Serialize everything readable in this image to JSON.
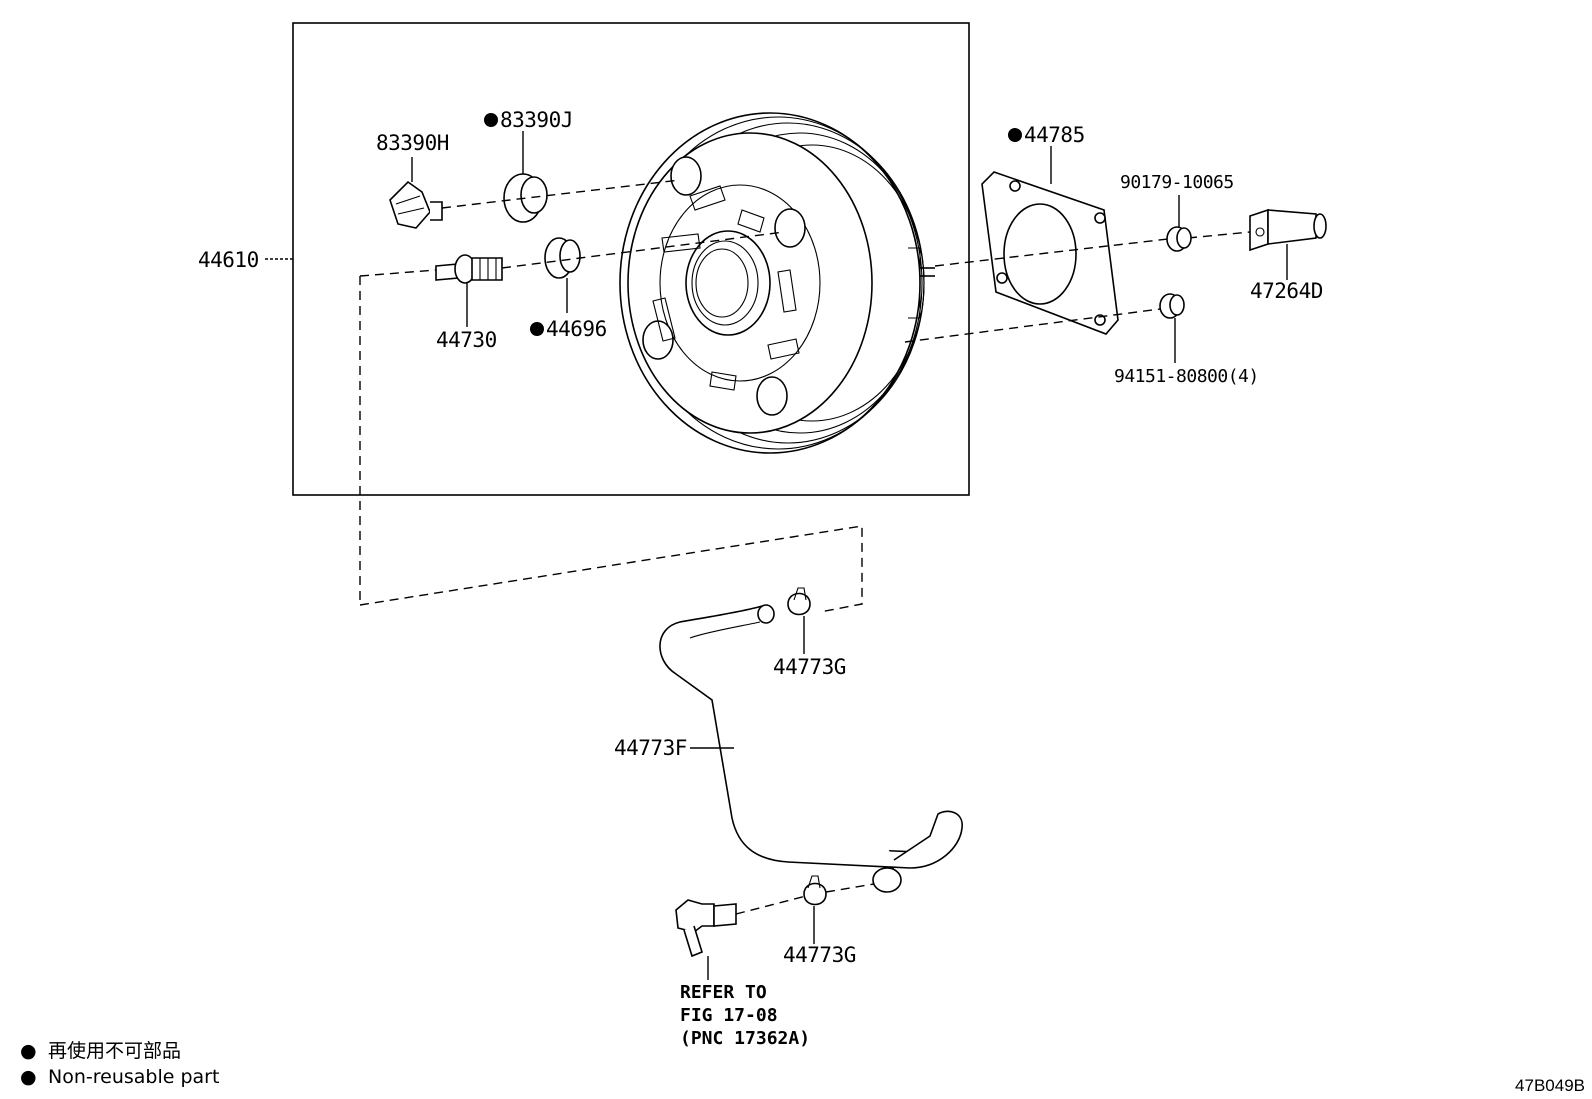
{
  "parts": {
    "booster_assembly": "44610",
    "plug_h": "83390H",
    "plug_j": "83390J",
    "check_valve": "44730",
    "grommet": "44696",
    "gasket": "44785",
    "nut_small": "90179-10065",
    "clevis": "47264D",
    "nut_4": "94151-80800(4)",
    "clip_upper": "44773G",
    "hose": "44773F",
    "clip_lower": "44773G"
  },
  "reference": {
    "line1": "REFER TO",
    "line2": "FIG 17-08",
    "line3": "(PNC 17362A)"
  },
  "legend": {
    "bullet": "●",
    "japanese": "再使用不可部品",
    "english": "Non-reusable part"
  },
  "non_reusable_marker": "●",
  "diagram_code": "47B049B"
}
